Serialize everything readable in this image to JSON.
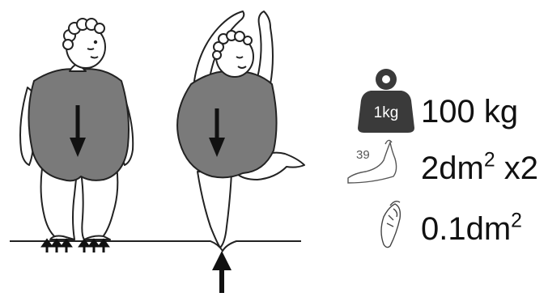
{
  "weight_icon": {
    "label": "1kg",
    "icon": "weight-icon",
    "color": "#3a3a3a"
  },
  "mass_label": "100 kg",
  "two_feet": {
    "size_badge": "39",
    "icon": "foot-icon",
    "value": "2dm",
    "exponent": "2",
    "multiplier": " x2"
  },
  "tiptoe": {
    "icon": "pointe-shoe-icon",
    "value": "0.1dm",
    "exponent": "2"
  },
  "colors": {
    "ink": "#111111",
    "swimsuit": "#7a7a7a",
    "skin": "#ffffff"
  }
}
